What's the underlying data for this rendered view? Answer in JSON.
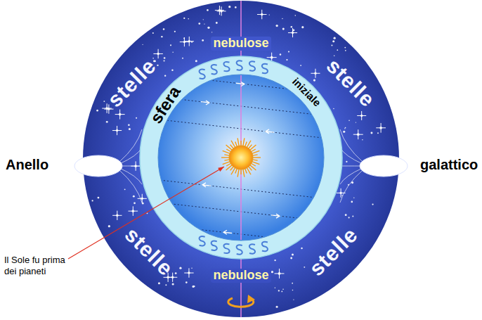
{
  "diagram": {
    "nodes": [
      {
        "text": [
          "stelle",
          "stelle",
          "stelle",
          "stelle"
        ]
      },
      {
        "text": [
          "nebulose",
          "sfera",
          "iniziale",
          "nebulose"
        ],
        "in": 0
      }
    ],
    "labels": [
      "Anello",
      "galattico",
      "Il Sole fu prima dei pianeti"
    ]
  }
}
